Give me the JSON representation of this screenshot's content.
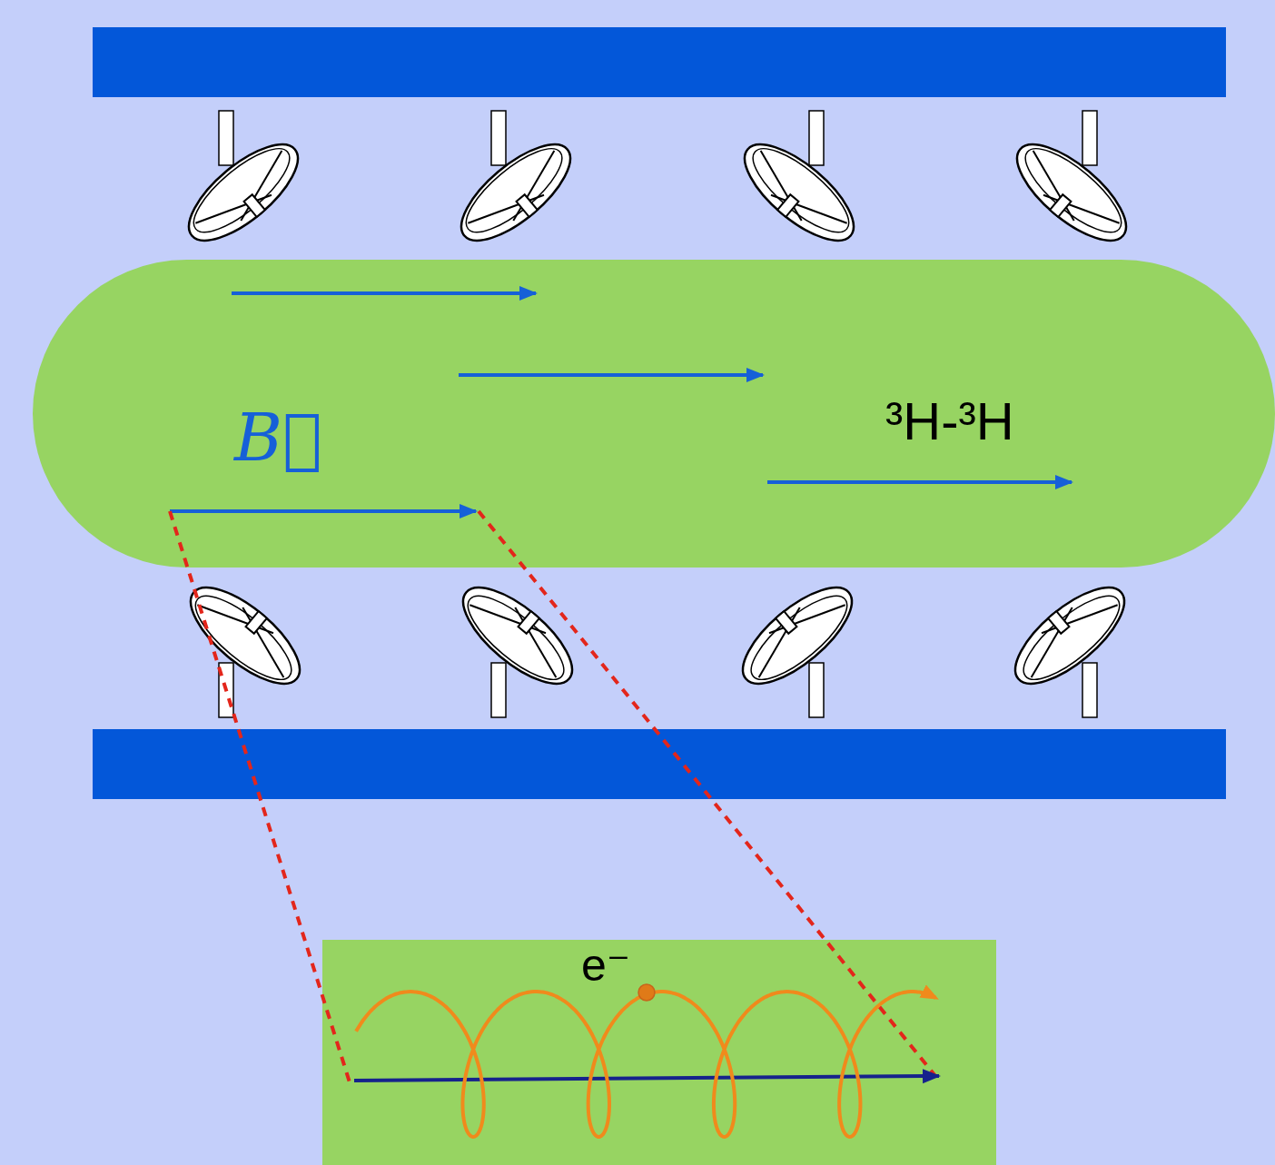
{
  "diagram": {
    "nodes": [
      {
        "text": [
          "³H-³H",
          "B⃗"
        ]
      },
      {
        "text": [
          "e⁻"
        ]
      }
    ]
  }
}
